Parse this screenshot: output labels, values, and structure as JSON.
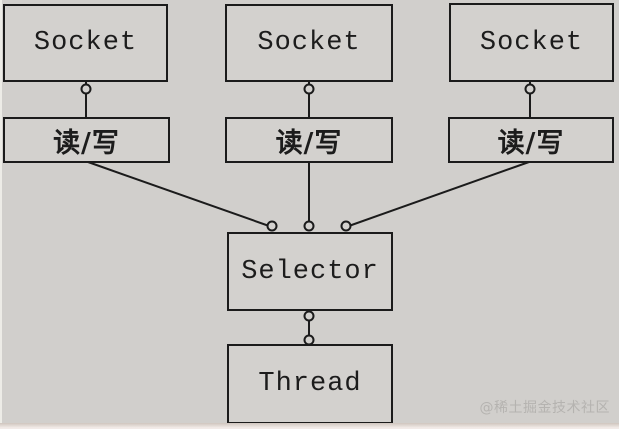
{
  "diagram": {
    "nodes": {
      "socket1": {
        "label": "Socket"
      },
      "socket2": {
        "label": "Socket"
      },
      "socket3": {
        "label": "Socket"
      },
      "rw1": {
        "label": "读/写"
      },
      "rw2": {
        "label": "读/写"
      },
      "rw3": {
        "label": "读/写"
      },
      "selector": {
        "label": "Selector"
      },
      "thread": {
        "label": "Thread"
      }
    },
    "edges": [
      {
        "from": "socket1",
        "to": "rw1",
        "connector": "circle-port"
      },
      {
        "from": "socket2",
        "to": "rw2",
        "connector": "circle-port"
      },
      {
        "from": "socket3",
        "to": "rw3",
        "connector": "circle-port"
      },
      {
        "from": "rw1",
        "to": "selector",
        "connector": "circle-port"
      },
      {
        "from": "rw2",
        "to": "selector",
        "connector": "circle-port"
      },
      {
        "from": "rw3",
        "to": "selector",
        "connector": "circle-port"
      },
      {
        "from": "selector",
        "to": "thread",
        "connector": "double-circle-port"
      }
    ],
    "colors": {
      "background": "#d1cfcc",
      "node_fill": "#d3d1ce",
      "stroke": "#1b1b1b",
      "text": "#1c1c1c",
      "watermark_text": "#b5b3b0"
    }
  },
  "watermark": {
    "label": "@稀土掘金技术社区"
  }
}
